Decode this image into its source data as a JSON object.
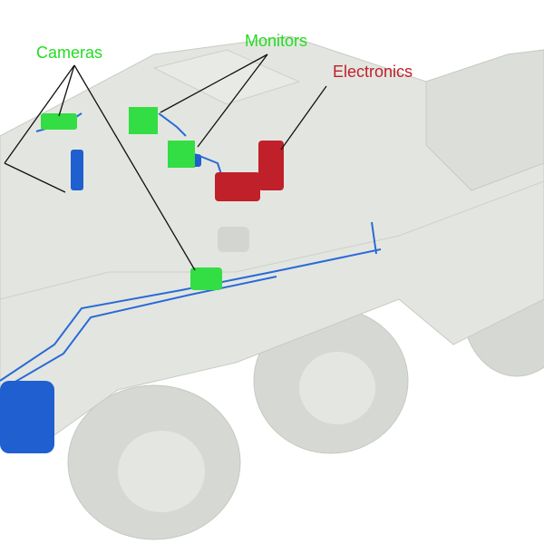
{
  "labels": {
    "cameras": "Cameras",
    "monitors": "Monitors",
    "electronics": "Electronics"
  },
  "colors": {
    "cameras": "#33dd44",
    "monitors": "#33dd44",
    "electronics": "#c0202a",
    "cabling": "#2a6ad8",
    "hull": "#e3e6e0"
  }
}
